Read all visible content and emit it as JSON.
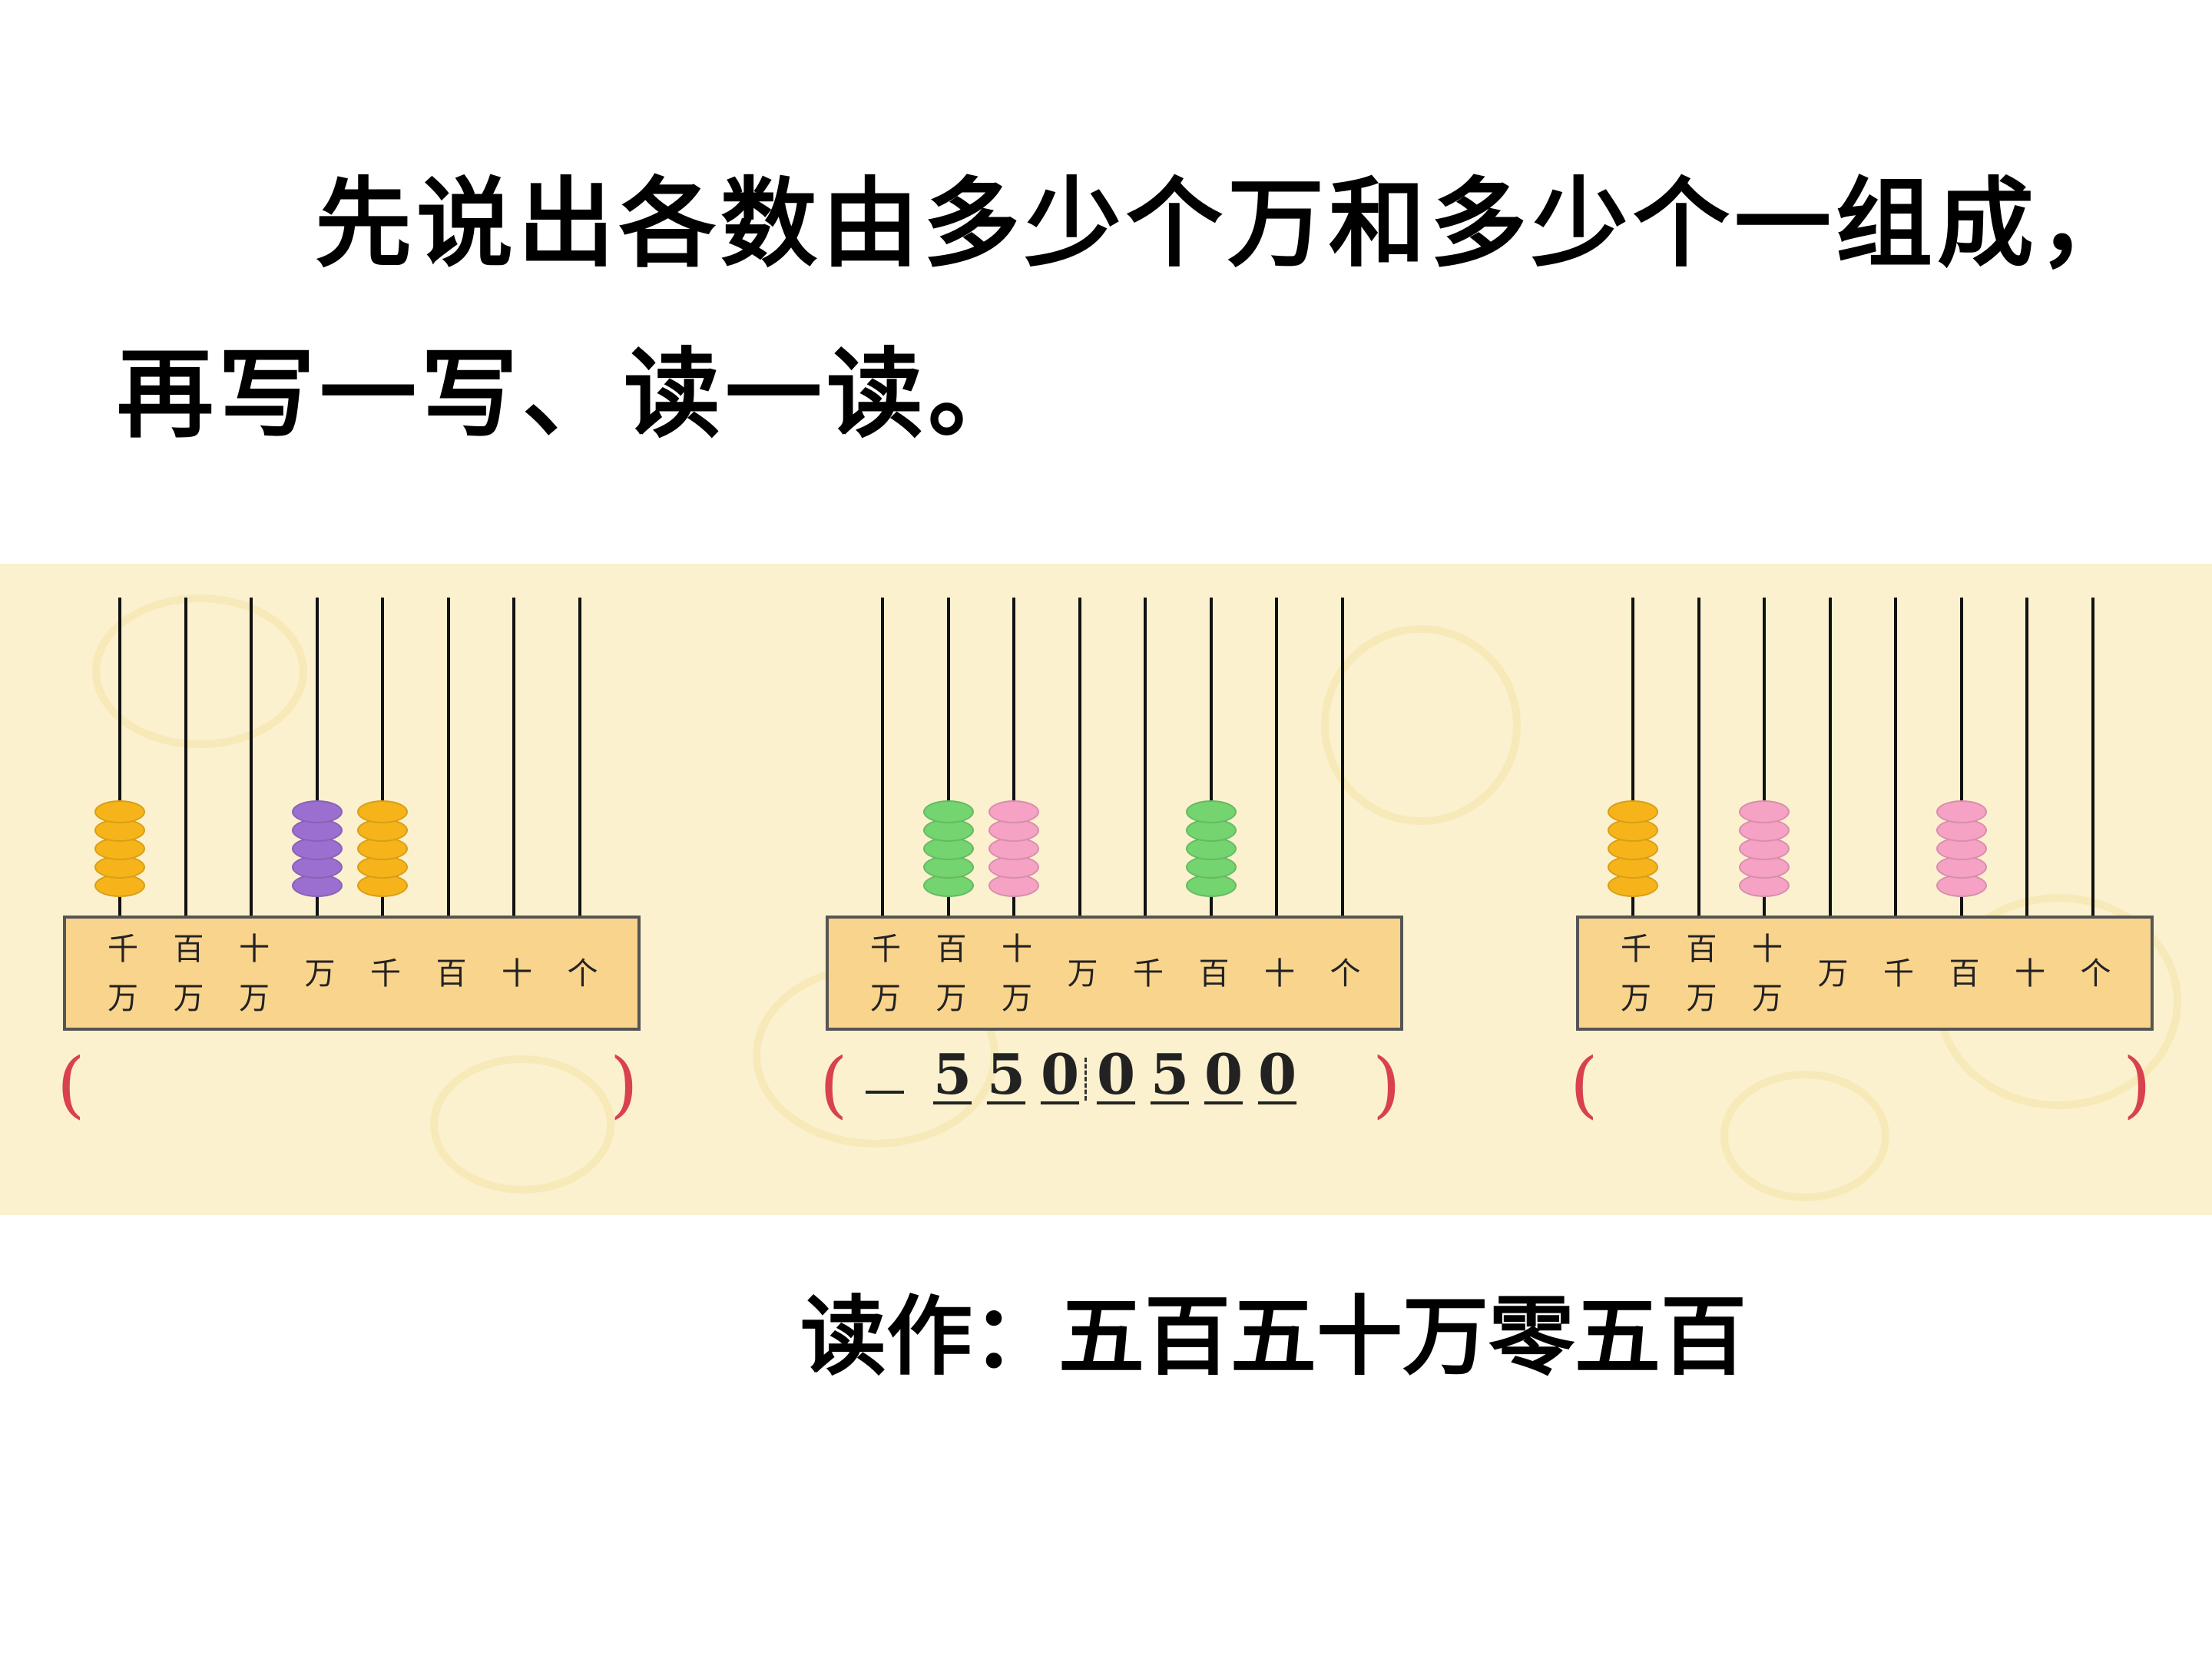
{
  "prompt": {
    "line1": "先说出各数由多少个万和多少个一组成，",
    "line2": "再写一写、读一读。"
  },
  "place_labels": [
    {
      "top": "千",
      "bottom": "万"
    },
    {
      "top": "百",
      "bottom": "万"
    },
    {
      "top": "十",
      "bottom": "万"
    },
    {
      "top": "万",
      "bottom": ""
    },
    {
      "top": "千",
      "bottom": ""
    },
    {
      "top": "百",
      "bottom": ""
    },
    {
      "top": "十",
      "bottom": ""
    },
    {
      "top": "个",
      "bottom": ""
    }
  ],
  "paren_open": "(",
  "paren_close": ")",
  "abacuses": [
    {
      "beads": [
        5,
        0,
        0,
        5,
        5,
        0,
        0,
        0
      ],
      "colors": [
        "#f6b41a",
        "",
        "",
        "#9b6fd0",
        "#f6b41a",
        "",
        "",
        ""
      ],
      "answer_digits": []
    },
    {
      "beads": [
        0,
        5,
        5,
        0,
        0,
        5,
        0,
        0
      ],
      "colors": [
        "",
        "#74d46f",
        "#f5a2c4",
        "",
        "",
        "#74d46f",
        "",
        ""
      ],
      "answer_digits": [
        "5",
        "5",
        "0",
        "0",
        "5",
        "0",
        "0"
      ]
    },
    {
      "beads": [
        5,
        0,
        5,
        0,
        0,
        5,
        0,
        0
      ],
      "colors": [
        "#f6b41a",
        "",
        "#f5a2c4",
        "",
        "",
        "#f5a2c4",
        "",
        ""
      ],
      "answer_digits": []
    }
  ],
  "reading": "读作：五百五十万零五百"
}
